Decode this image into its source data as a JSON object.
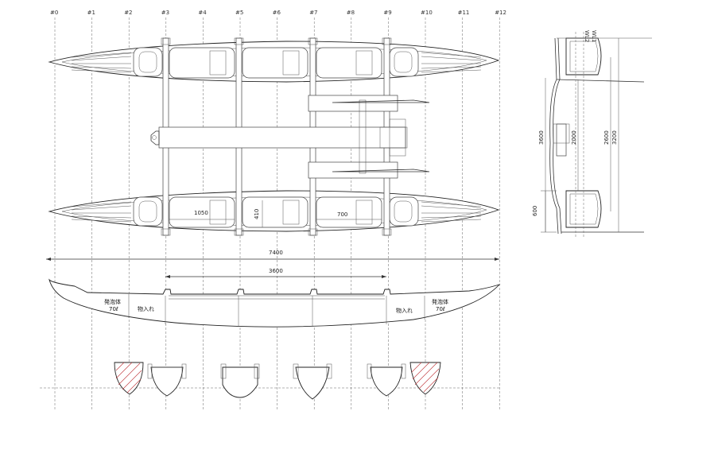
{
  "stations": [
    "#0",
    "#1",
    "#2",
    "#3",
    "#4",
    "#5",
    "#6",
    "#7",
    "#8",
    "#9",
    "#10",
    "#11",
    "#12"
  ],
  "plan_dims": {
    "cockpit_length": "1050",
    "cockpit_width": "410",
    "hatch_length": "700"
  },
  "overall_dims": {
    "length": "7400",
    "beam_span": "3600"
  },
  "side_labels": {
    "float_left_line1": "発泡体",
    "float_left_line2": "70ℓ",
    "storage_left": "物入れ",
    "storage_right": "物入れ",
    "float_right_line1": "発泡体",
    "float_right_line2": "70ℓ"
  },
  "front_view": {
    "waterline_labels": [
      "WL2",
      "WL1"
    ],
    "dims": [
      "3600",
      "2000",
      "2600",
      "3200",
      "600"
    ]
  },
  "colors": {
    "line": "#333333",
    "hatch": "#c0393b"
  }
}
